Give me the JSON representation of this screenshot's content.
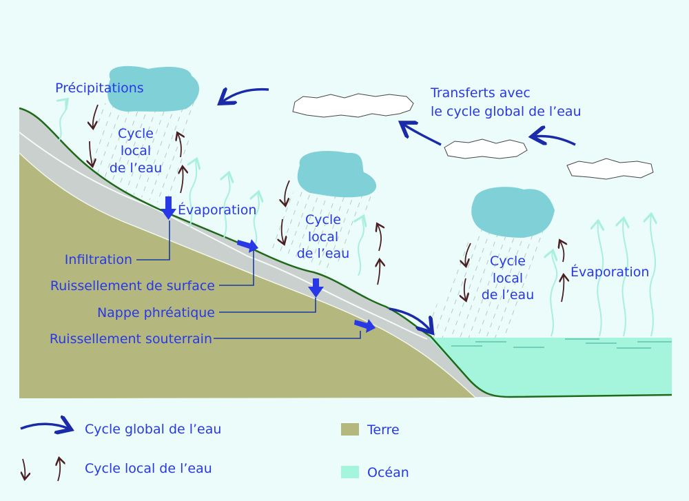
{
  "title_labels": {
    "precipitations": "Précipitations",
    "transferts_line1": "Transferts avec",
    "transferts_line2": "le cycle global de l’eau",
    "cycle_local_1": [
      "Cycle",
      "local",
      "de l’eau"
    ],
    "cycle_local_2": [
      "Cycle",
      "local",
      "de l’eau"
    ],
    "cycle_local_3": [
      "Cycle",
      "local",
      "de l’eau"
    ],
    "evaporation_1": "Évaporation",
    "evaporation_2": "Évaporation",
    "infiltration": "Infiltration",
    "ruissellement_surface": "Ruissellement de surface",
    "nappe": "Nappe phréatique",
    "ruissellement_souterrain": "Ruissellement souterrain"
  },
  "legend": {
    "global": "Cycle global de l’eau",
    "local": "Cycle local de l’eau",
    "terre": "Terre",
    "ocean": "Océan"
  },
  "colors": {
    "background": "#ebfcfa",
    "land": "#b4b87e",
    "soil": "#c9d0ce",
    "ocean": "#a4f5dc",
    "rain_cloud": "#7fd1d7",
    "label_blue": "#2838e6",
    "global_arrow": "#1a2aa8",
    "local_arrow": "#4a1e22",
    "vapor": "#a8efe0"
  }
}
